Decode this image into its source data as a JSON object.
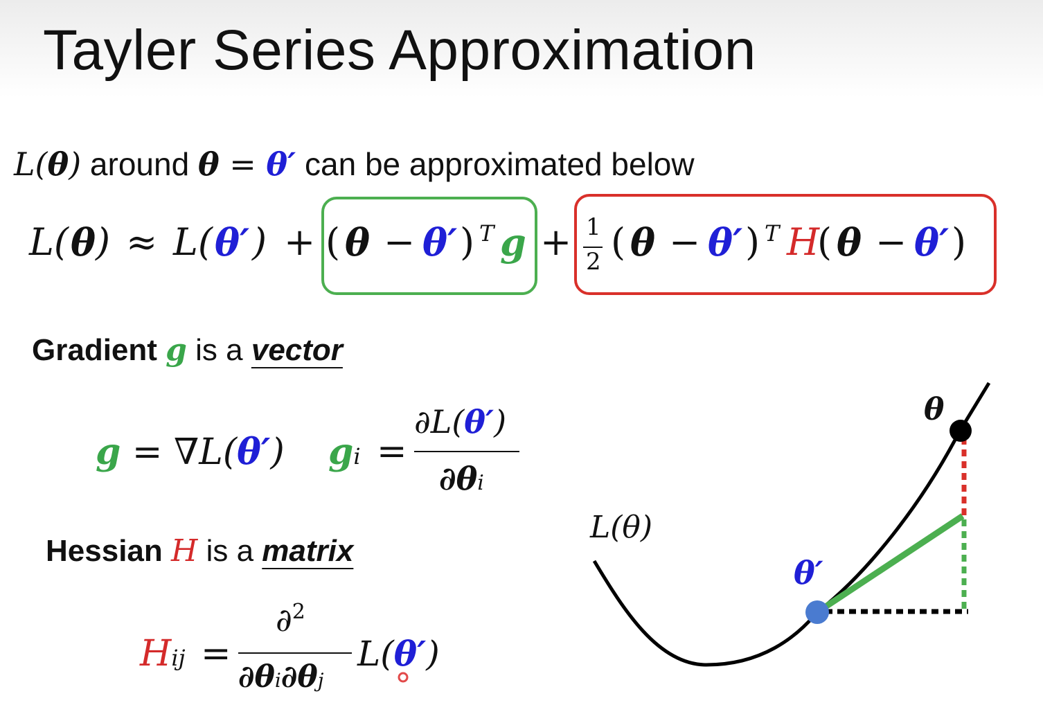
{
  "title": "Tayler Series Approximation",
  "intro": {
    "L": "L(",
    "theta": "θ",
    "close": ")",
    "around": " around ",
    "eq": " = ",
    "theta_prime": "θ′",
    "rest": " can be approximated below"
  },
  "equation": {
    "lhs_L": "L(",
    "lhs_theta": "θ",
    "lhs_close": ")",
    "approx": "≈",
    "L2": "L(",
    "theta_prime": "θ′",
    "close2": ")",
    "plus1": "+",
    "g_term_open": "(",
    "g_term_theta": "θ",
    "minus": "−",
    "g_term_close": ")",
    "transpose": "T",
    "g": "g",
    "plus2": "+",
    "half_num": "1",
    "half_den": "2",
    "H": "H"
  },
  "gradient": {
    "heading_bold": "Gradient ",
    "g": "g",
    "is_a": " is a ",
    "vector": "vector",
    "formula_g": "g",
    "formula_eq": " = ∇",
    "formula_L": "L(",
    "formula_theta_prime": "θ′",
    "formula_close": ")",
    "gi": "g",
    "i": "i",
    "partial_num_prefix": "∂L(",
    "partial_den": "∂θ",
    "eq2": "="
  },
  "hessian": {
    "heading_bold": "Hessian ",
    "H": "H",
    "is_a": " is a ",
    "matrix": "matrix",
    "Hij": "H",
    "ij": "ij",
    "eq": "=",
    "num": "∂",
    "num_sup": "2",
    "den_a": "∂θ",
    "den_i": "i",
    "den_b": "∂θ",
    "den_j": "j",
    "L": "L(",
    "theta_prime": "θ′",
    "close": ")"
  },
  "diagram": {
    "curve_label": "L(θ)",
    "theta_label": "θ",
    "theta_prime_label": "θ′",
    "curve_color": "#000000",
    "tangent_color": "#4caf50",
    "red_dash_color": "#d9302a",
    "green_dash_color": "#4caf50",
    "black_dash_color": "#000000",
    "point_theta_color": "#000000",
    "point_theta_prime_color": "#4a7bd0"
  },
  "colors": {
    "blue": "#1f1fd6",
    "green": "#3aa64a",
    "red": "#d42a2a"
  }
}
